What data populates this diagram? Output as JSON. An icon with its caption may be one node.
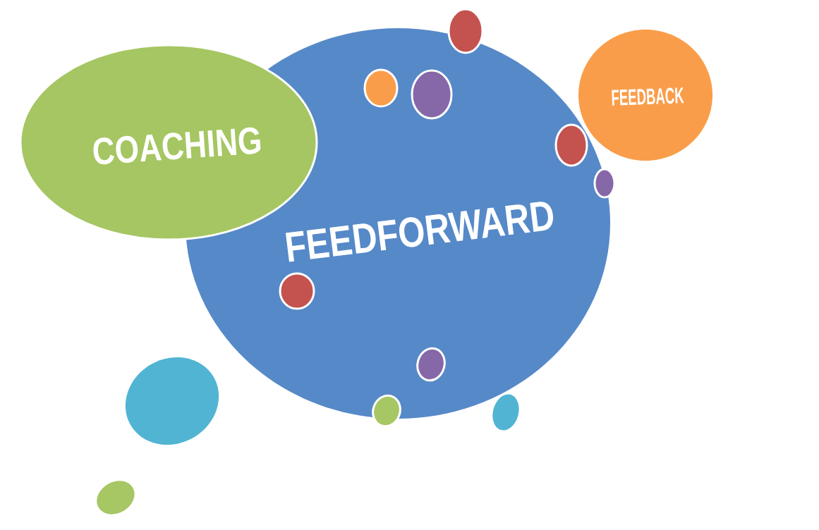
{
  "diagram": {
    "nodes": [
      {
        "text": [
          "COACHING"
        ]
      },
      {
        "text": [
          "FEEDFORWARD"
        ]
      },
      {
        "text": [
          "FEEDBACK"
        ]
      },
      {
        "text": [],
        "shape": "circle"
      },
      {
        "text": [],
        "shape": "circle",
        "in": 1
      },
      {
        "text": [],
        "shape": "circle",
        "in": 1
      },
      {
        "text": [],
        "shape": "circle",
        "in": 1
      },
      {
        "text": [],
        "shape": "circle"
      },
      {
        "text": [],
        "shape": "circle",
        "in": 1
      },
      {
        "text": [],
        "shape": "circle",
        "in": 1
      },
      {
        "text": [],
        "shape": "circle"
      },
      {
        "text": [],
        "shape": "circle"
      },
      {
        "text": [],
        "shape": "circle"
      },
      {
        "text": [],
        "shape": "circle"
      }
    ]
  }
}
